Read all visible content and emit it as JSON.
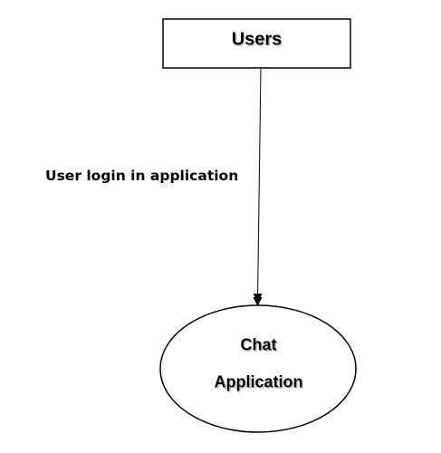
{
  "diagram": {
    "nodes": {
      "users": {
        "label": "Users"
      },
      "chat_app": {
        "label_line1": "Chat",
        "label_line2": "Application"
      }
    },
    "edges": {
      "login": {
        "from": "users",
        "to": "chat_app",
        "label": "User login in application"
      }
    },
    "colors": {
      "stroke": "#000000",
      "background": "#ffffff"
    }
  }
}
